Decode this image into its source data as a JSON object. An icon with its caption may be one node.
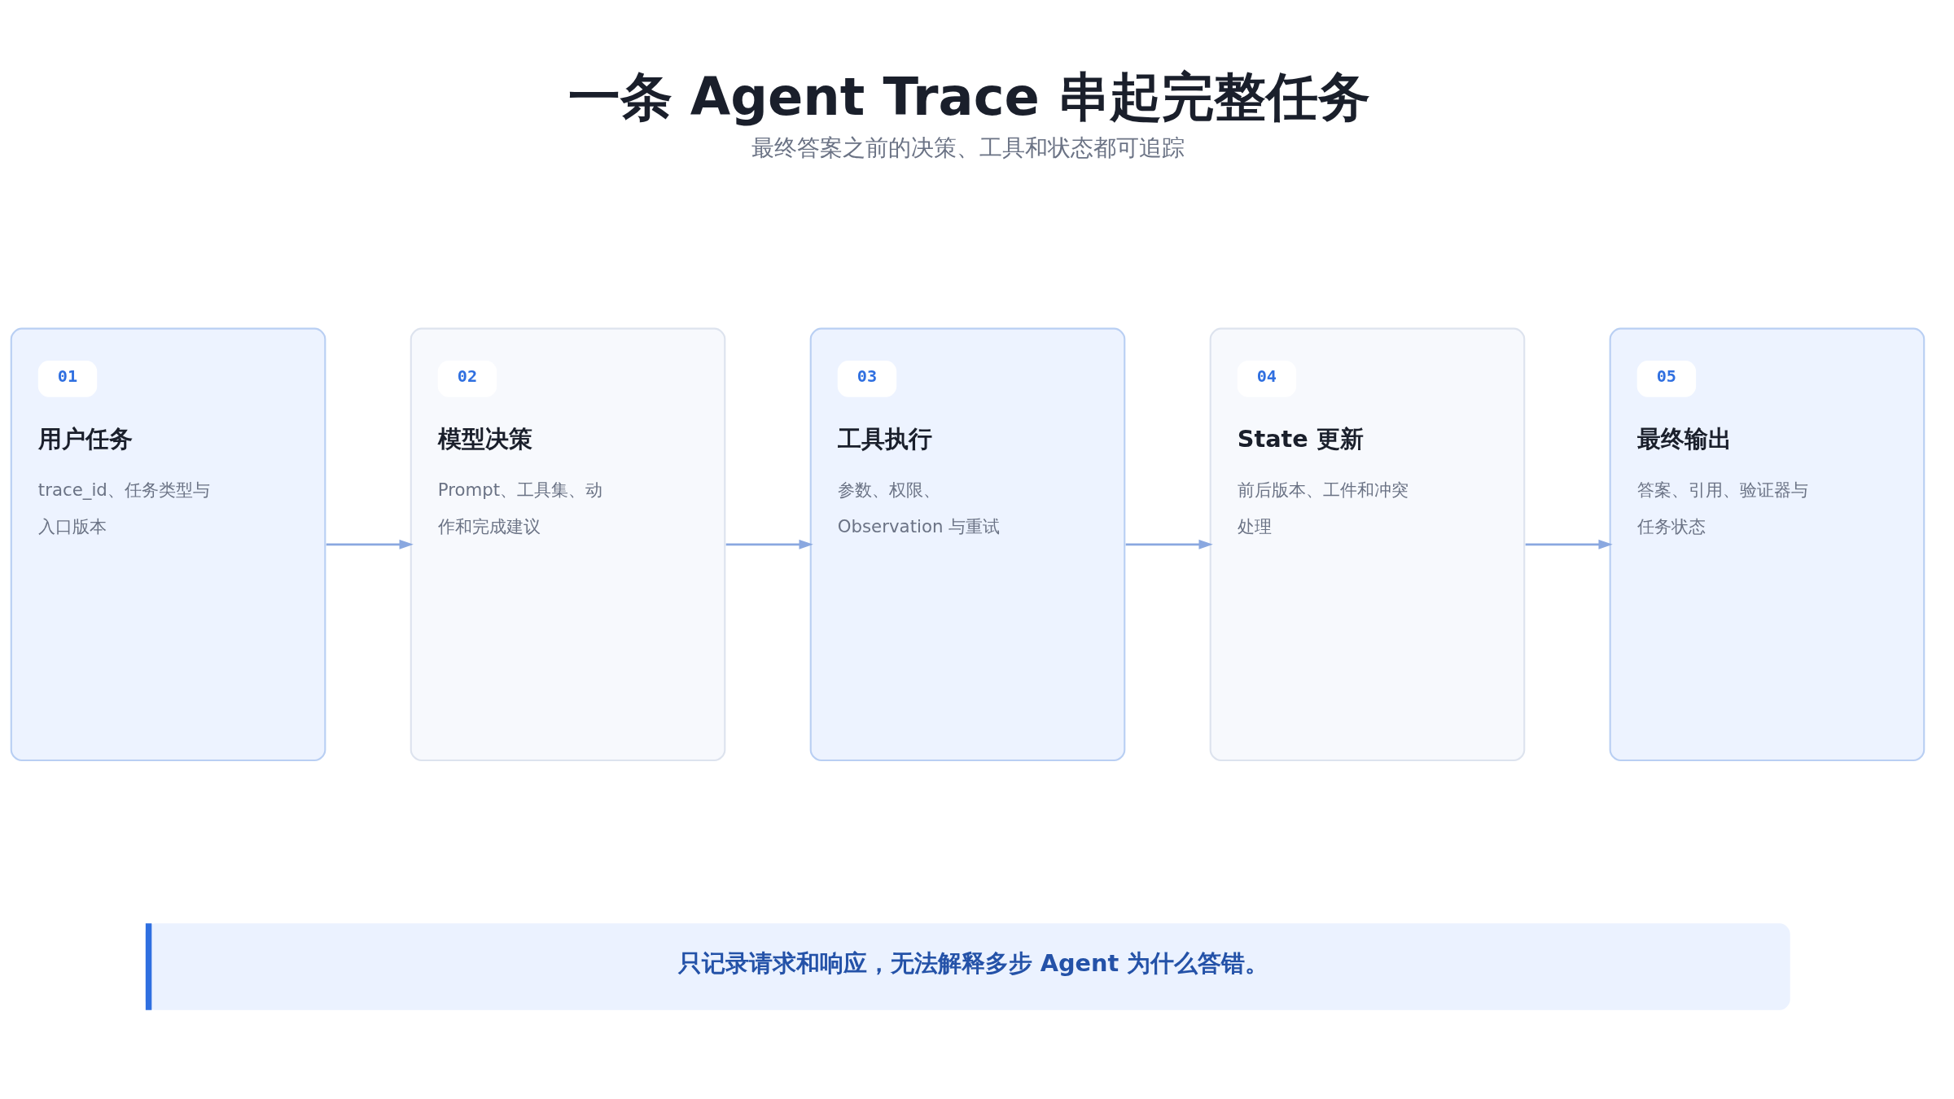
{
  "diagram": {
    "title": "一条 Agent Trace 串起完整任务",
    "nodes": [
      {
        "text": [
          "01",
          "用户任务",
          "trace_id、任务类型与入口版本"
        ]
      },
      {
        "text": [
          "02",
          "模型决策",
          "Prompt、工具集、动作和完成建议"
        ]
      },
      {
        "text": [
          "03",
          "工具执行",
          "参数、权限、Observation 与重试"
        ]
      },
      {
        "text": [
          "04",
          "State 更新",
          "前后版本、工件和冲突处理"
        ]
      },
      {
        "text": [
          "05",
          "最终输出",
          "答案、引用、验证器与任务状态"
        ]
      },
      {
        "text": [
          "只记录请求和响应，无法解释多步 Agent 为什么答错。"
        ]
      }
    ],
    "edges": [
      {
        "from": 0,
        "to": 1,
        "arrow": "to"
      },
      {
        "from": 1,
        "to": 2,
        "arrow": "to"
      },
      {
        "from": 2,
        "to": 3,
        "arrow": "to"
      },
      {
        "from": 3,
        "to": 4,
        "arrow": "to"
      }
    ],
    "labels": [
      "最终答案之前的决策、工具和状态都可追踪"
    ]
  }
}
